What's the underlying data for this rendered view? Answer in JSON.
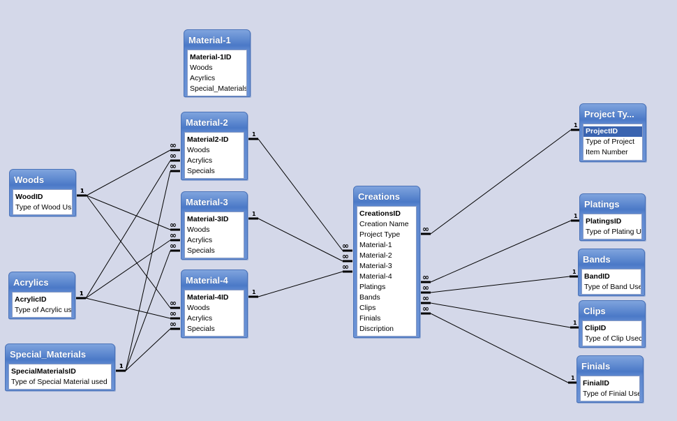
{
  "relationship_symbols": {
    "one": "1",
    "many": "∞"
  },
  "tables": [
    {
      "id": "material1",
      "title": "Material-1",
      "fields": [
        {
          "name": "Material-1ID",
          "pk": true
        },
        {
          "name": "Woods"
        },
        {
          "name": "Acyrlics"
        },
        {
          "name": "Special_Materials"
        }
      ]
    },
    {
      "id": "material2",
      "title": "Material-2",
      "fields": [
        {
          "name": "Material2-ID",
          "pk": true
        },
        {
          "name": "Woods"
        },
        {
          "name": "Acrylics"
        },
        {
          "name": "Specials"
        }
      ]
    },
    {
      "id": "material3",
      "title": "Material-3",
      "fields": [
        {
          "name": "Material-3ID",
          "pk": true
        },
        {
          "name": "Woods"
        },
        {
          "name": "Acrylics"
        },
        {
          "name": "Specials"
        }
      ]
    },
    {
      "id": "material4",
      "title": "Material-4",
      "fields": [
        {
          "name": "Material-4ID",
          "pk": true
        },
        {
          "name": "Woods"
        },
        {
          "name": "Acrylics"
        },
        {
          "name": "Specials"
        }
      ]
    },
    {
      "id": "woods",
      "title": "Woods",
      "fields": [
        {
          "name": "WoodID",
          "pk": true
        },
        {
          "name": "Type of Wood Us"
        }
      ]
    },
    {
      "id": "acrylics",
      "title": "Acrylics",
      "fields": [
        {
          "name": "AcrylicID",
          "pk": true
        },
        {
          "name": "Type of Acrylic us"
        }
      ]
    },
    {
      "id": "special",
      "title": "Special_Materials",
      "fields": [
        {
          "name": "SpecialMaterialsID",
          "pk": true
        },
        {
          "name": "Type of Special Material used"
        }
      ]
    },
    {
      "id": "creations",
      "title": "Creations",
      "fields": [
        {
          "name": "CreationsID",
          "pk": true
        },
        {
          "name": "Creation Name"
        },
        {
          "name": "Project Type"
        },
        {
          "name": "Material-1"
        },
        {
          "name": "Material-2"
        },
        {
          "name": "Material-3"
        },
        {
          "name": "Material-4"
        },
        {
          "name": "Platings"
        },
        {
          "name": "Bands"
        },
        {
          "name": "Clips"
        },
        {
          "name": "Finials"
        },
        {
          "name": "Discription"
        }
      ]
    },
    {
      "id": "projecttype",
      "title": "Project Ty...",
      "fields": [
        {
          "name": "ProjectID",
          "pk": true,
          "selected": true
        },
        {
          "name": "Type of Project"
        },
        {
          "name": "Item Number"
        }
      ]
    },
    {
      "id": "platings",
      "title": "Platings",
      "fields": [
        {
          "name": "PlatingsID",
          "pk": true
        },
        {
          "name": "Type of Plating U"
        }
      ]
    },
    {
      "id": "bands",
      "title": "Bands",
      "fields": [
        {
          "name": "BandID",
          "pk": true
        },
        {
          "name": "Type of Band Use"
        }
      ]
    },
    {
      "id": "clips",
      "title": "Clips",
      "fields": [
        {
          "name": "ClipID",
          "pk": true
        },
        {
          "name": "Type of Clip Usec"
        }
      ]
    },
    {
      "id": "finials",
      "title": "Finials",
      "fields": [
        {
          "name": "FinialID",
          "pk": true
        },
        {
          "name": "Type of Finial Use"
        }
      ]
    }
  ]
}
